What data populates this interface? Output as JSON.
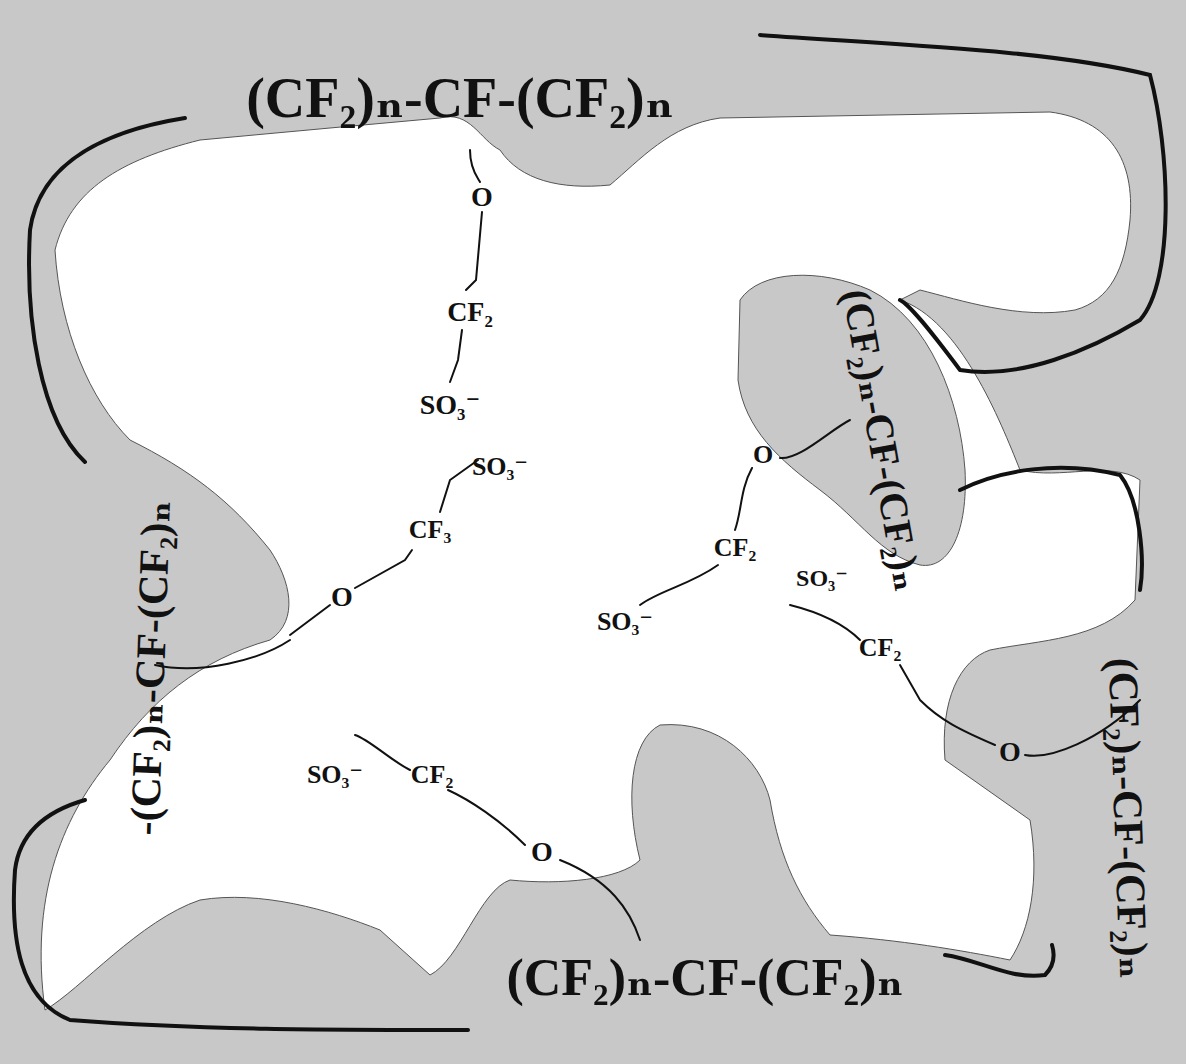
{
  "diagram": {
    "labels": [
      "(CF₂)ₙ-CF-(CF₂)ₙ",
      "O",
      "CF₂",
      "SO₃⁻",
      "(CF₂)ₙ-CF-(CF₂)ₙ",
      "-(CF₂)ₙ-CF-(CF₂)ₙ",
      "SO₃⁻",
      "CF₃",
      "O",
      "O",
      "CF₂",
      "SO₃⁻",
      "SO₃⁻",
      "CF₂",
      "(CF₂)ₙ-CF-(CF₂)ₙ",
      "O",
      "SO₃⁻",
      "CF₂",
      "O",
      "(CF₂)ₙ-CF-(CF₂)ₙ"
    ]
  }
}
